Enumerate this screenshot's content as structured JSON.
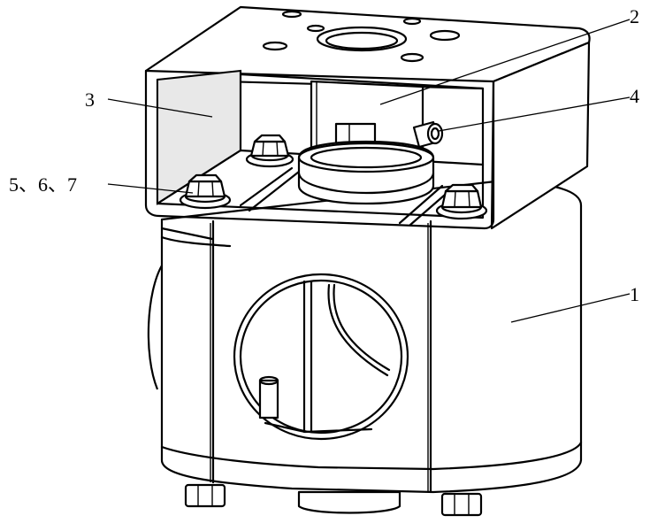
{
  "labels": {
    "part_1": "1",
    "part_2": "2",
    "part_3": "3",
    "part_4": "4",
    "parts_5_6_7": "5、6、7"
  }
}
